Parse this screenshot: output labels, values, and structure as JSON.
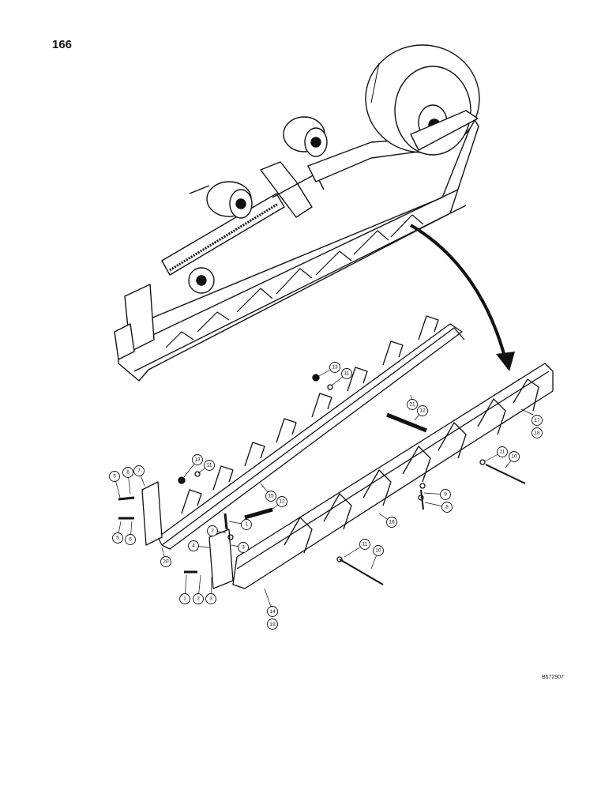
{
  "page_number": "166",
  "drawing_code": "B672907",
  "callouts": [
    {
      "label": "13"
    },
    {
      "label": "11"
    },
    {
      "label": "21"
    },
    {
      "label": "12"
    },
    {
      "label": "17\n18"
    },
    {
      "label": "11"
    },
    {
      "label": "10"
    },
    {
      "label": "13"
    },
    {
      "label": "11"
    },
    {
      "label": "5"
    },
    {
      "label": "6"
    },
    {
      "label": "7"
    },
    {
      "label": "15"
    },
    {
      "label": "12"
    },
    {
      "label": "9"
    },
    {
      "label": "8"
    },
    {
      "label": "5"
    },
    {
      "label": "6"
    },
    {
      "label": "1"
    },
    {
      "label": "2"
    },
    {
      "label": "16"
    },
    {
      "label": "4"
    },
    {
      "label": "3"
    },
    {
      "label": "20"
    },
    {
      "label": "11"
    },
    {
      "label": "10"
    },
    {
      "label": "1"
    },
    {
      "label": "2"
    },
    {
      "label": "3"
    },
    {
      "label": "14\n19"
    }
  ],
  "colors": {
    "ink": "#111111",
    "paper": "#ffffff"
  }
}
